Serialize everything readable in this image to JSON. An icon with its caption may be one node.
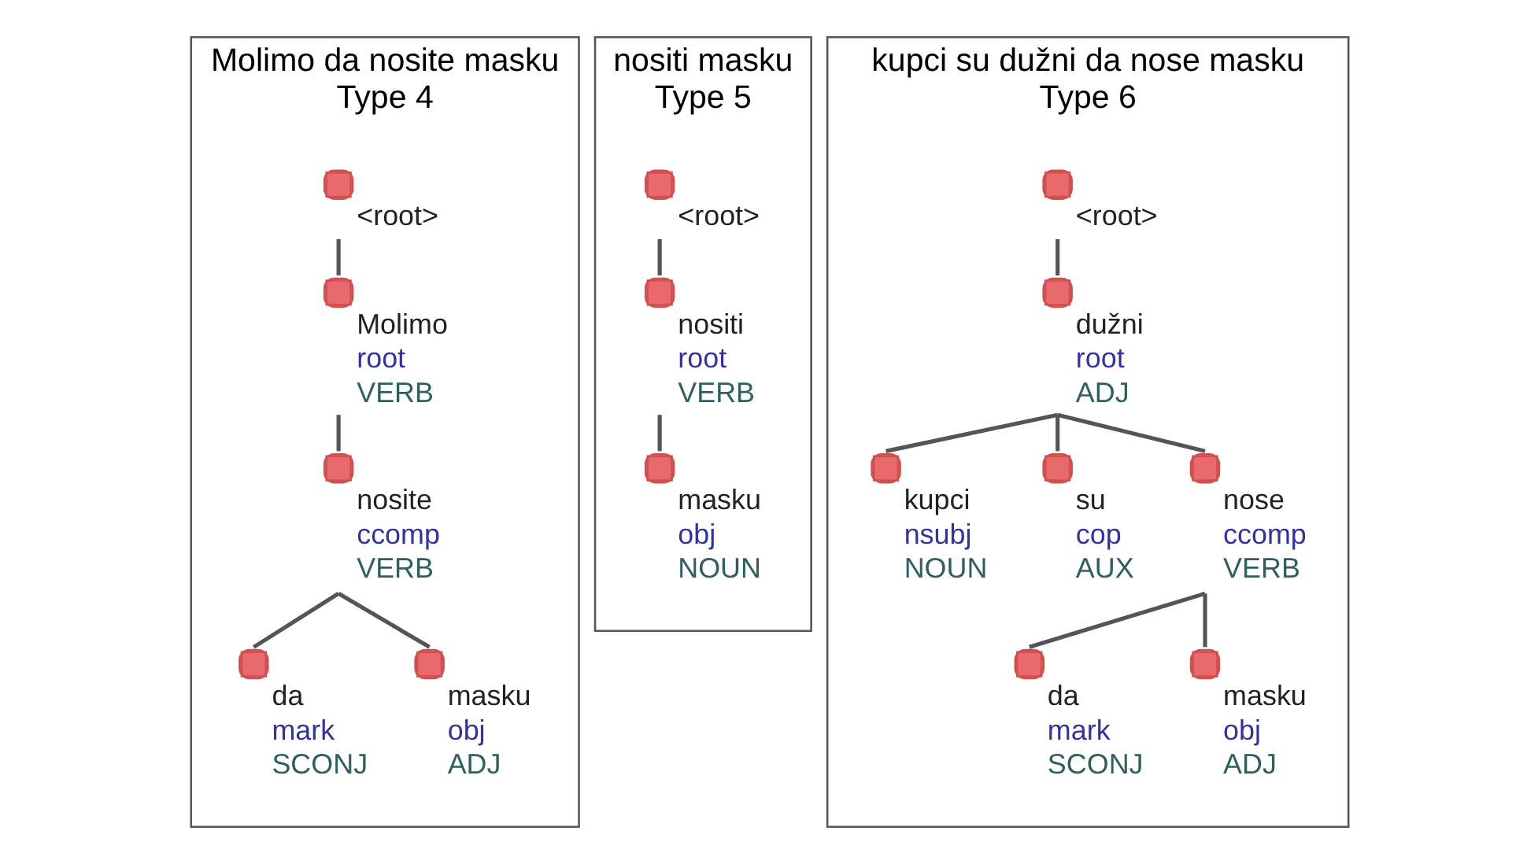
{
  "diagram": {
    "nodes": [
      {
        "text": [
          "Molimo da nosite masku",
          "Type 4"
        ]
      },
      {
        "text": [],
        "shape": "circle",
        "in": 0,
        "beside": [
          "<root>"
        ]
      },
      {
        "text": [],
        "shape": "circle",
        "in": 0,
        "beside": [
          "Molimo",
          "root",
          "VERB"
        ]
      },
      {
        "text": [],
        "shape": "circle",
        "in": 0,
        "beside": [
          "nosite",
          "ccomp",
          "VERB"
        ]
      },
      {
        "text": [],
        "shape": "circle",
        "in": 0,
        "beside": [
          "da",
          "mark",
          "SCONJ"
        ]
      },
      {
        "text": [],
        "shape": "circle",
        "in": 0,
        "beside": [
          "masku",
          "obj",
          "ADJ"
        ]
      },
      {
        "text": [
          "nositi masku",
          "Type 5"
        ]
      },
      {
        "text": [],
        "shape": "circle",
        "in": 6,
        "beside": [
          "<root>"
        ]
      },
      {
        "text": [],
        "shape": "circle",
        "in": 6,
        "beside": [
          "nositi",
          "root",
          "VERB"
        ]
      },
      {
        "text": [],
        "shape": "circle",
        "in": 6,
        "beside": [
          "masku",
          "obj",
          "NOUN"
        ]
      },
      {
        "text": [
          "kupci su dužni da nose masku",
          "Type 6"
        ]
      },
      {
        "text": [],
        "shape": "circle",
        "in": 10,
        "beside": [
          "<root>"
        ]
      },
      {
        "text": [],
        "shape": "circle",
        "in": 10,
        "beside": [
          "dužni",
          "root",
          "ADJ"
        ]
      },
      {
        "text": [],
        "shape": "circle",
        "in": 10,
        "beside": [
          "kupci",
          "nsubj",
          "NOUN"
        ]
      },
      {
        "text": [],
        "shape": "circle",
        "in": 10,
        "beside": [
          "su",
          "cop",
          "AUX"
        ]
      },
      {
        "text": [],
        "shape": "circle",
        "in": 10,
        "beside": [
          "nose",
          "ccomp",
          "VERB"
        ]
      },
      {
        "text": [],
        "shape": "circle",
        "in": 10,
        "beside": [
          "da",
          "mark",
          "SCONJ"
        ]
      },
      {
        "text": [],
        "shape": "circle",
        "in": 10,
        "beside": [
          "masku",
          "obj",
          "ADJ"
        ]
      }
    ],
    "edges": [
      {
        "from": 1,
        "to": 2,
        "arrow": "none"
      },
      {
        "from": 2,
        "to": 3,
        "arrow": "none"
      },
      {
        "from": 3,
        "to": 4,
        "arrow": "none"
      },
      {
        "from": 3,
        "to": 5,
        "arrow": "none"
      },
      {
        "from": 7,
        "to": 8,
        "arrow": "none"
      },
      {
        "from": 8,
        "to": 9,
        "arrow": "none"
      },
      {
        "from": 11,
        "to": 12,
        "arrow": "none"
      },
      {
        "from": 12,
        "to": 13,
        "arrow": "none"
      },
      {
        "from": 12,
        "to": 14,
        "arrow": "none"
      },
      {
        "from": 12,
        "to": 15,
        "arrow": "none"
      },
      {
        "from": 15,
        "to": 16,
        "arrow": "none"
      },
      {
        "from": 15,
        "to": 17,
        "arrow": "none"
      }
    ]
  }
}
